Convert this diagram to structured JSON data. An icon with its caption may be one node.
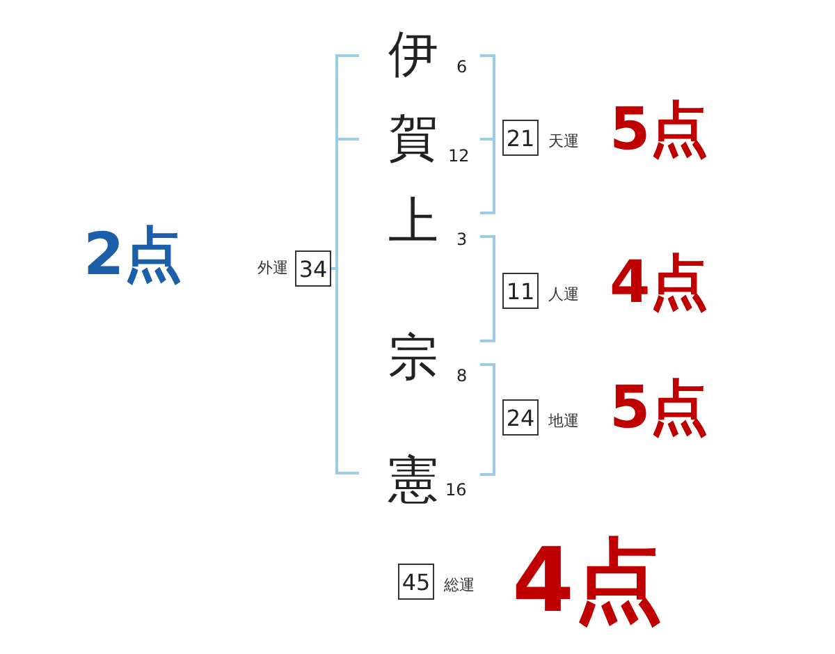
{
  "diagram": {
    "nodes": [
      {
        "text": [
          "34"
        ],
        "beside": [
          "外運"
        ]
      },
      {
        "text": [
          "21"
        ],
        "beside": [
          "天運"
        ]
      },
      {
        "text": [
          "11"
        ],
        "beside": [
          "人運"
        ]
      },
      {
        "text": [
          "24"
        ],
        "beside": [
          "地運"
        ]
      },
      {
        "text": [
          "45"
        ],
        "beside": [
          "総運"
        ]
      }
    ],
    "labels": [
      "伊",
      "6",
      "賀",
      "12",
      "上",
      "3",
      "宗",
      "8",
      "憲",
      "16",
      "2点",
      "5点",
      "4点",
      "5点",
      "4点"
    ]
  }
}
